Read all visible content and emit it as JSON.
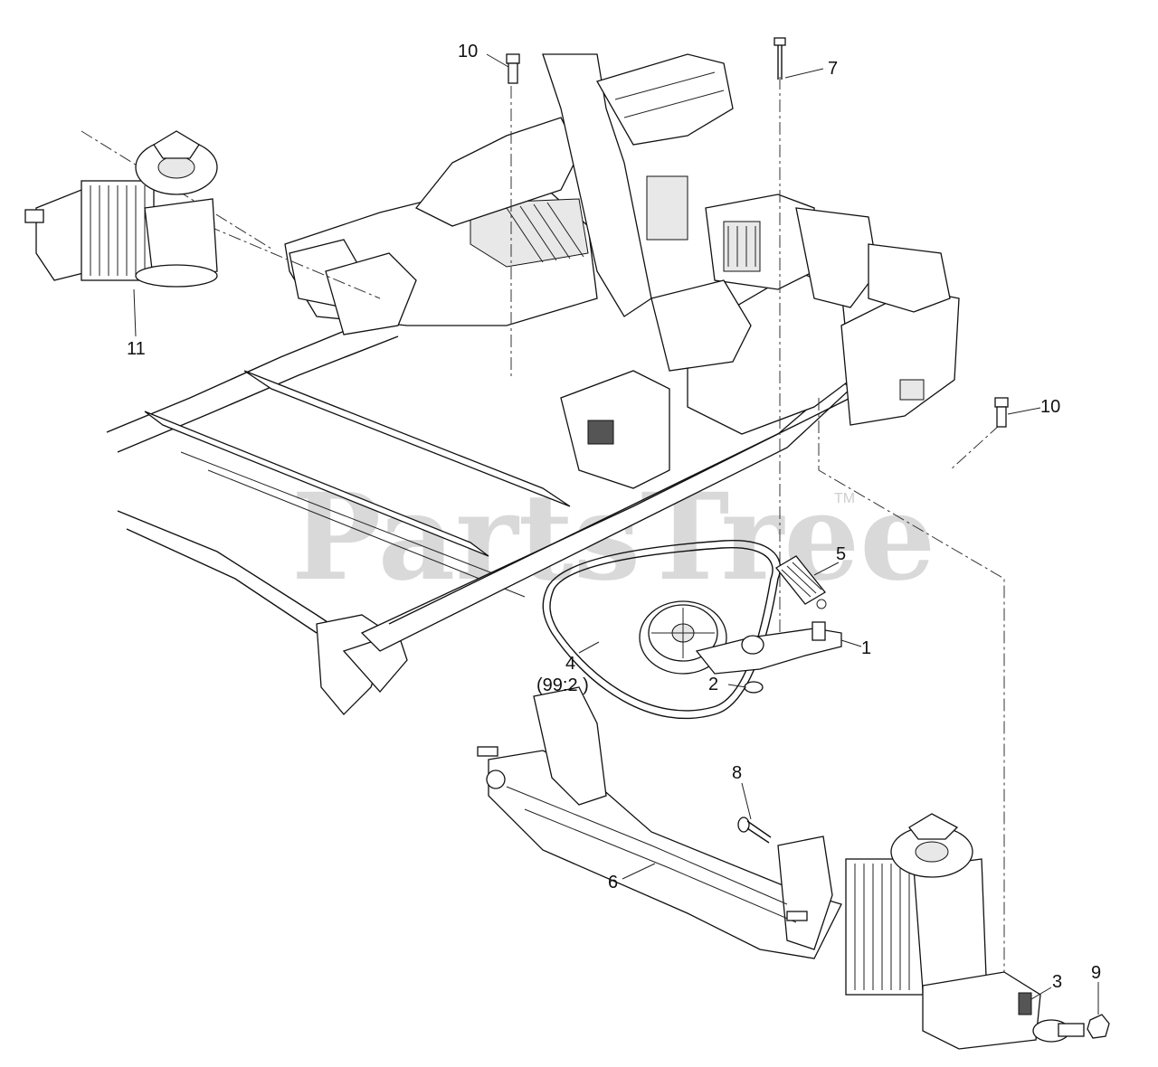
{
  "watermark": {
    "text": "PartsTree",
    "trademark": "TM"
  },
  "callouts": [
    {
      "id": "1",
      "text": "1"
    },
    {
      "id": "2",
      "text": "2"
    },
    {
      "id": "3",
      "text": "3"
    },
    {
      "id": "4",
      "text": "4"
    },
    {
      "id": "4-note",
      "text": "(99:2 )"
    },
    {
      "id": "5",
      "text": "5"
    },
    {
      "id": "6",
      "text": "6"
    },
    {
      "id": "7",
      "text": "7"
    },
    {
      "id": "8",
      "text": "8"
    },
    {
      "id": "9",
      "text": "9"
    },
    {
      "id": "10-top",
      "text": "10"
    },
    {
      "id": "10-right",
      "text": "10"
    },
    {
      "id": "11",
      "text": "11"
    }
  ]
}
